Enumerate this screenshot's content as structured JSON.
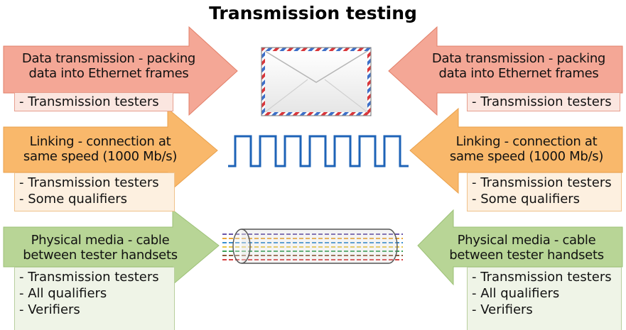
{
  "title": "Transmission testing",
  "rows": {
    "data": {
      "arrow_label": "Data transmission - packing data into Ethernet frames",
      "arrow_lines": [
        "Data transmission - packing",
        "data into Ethernet frames"
      ],
      "testers": [
        "- Transmission testers"
      ],
      "color": "#f4a796",
      "box_color": "#fbe6e0",
      "icon": "envelope-icon"
    },
    "link": {
      "arrow_label": "Linking - connection at same speed (1000 Mb/s)",
      "arrow_lines": [
        "Linking - connection at",
        "same speed (1000 Mb/s)"
      ],
      "testers": [
        "- Transmission testers",
        "- Some qualifiers"
      ],
      "color": "#f9b86b",
      "box_color": "#fdf0e0",
      "icon": "square-wave-icon"
    },
    "physical": {
      "arrow_label": "Physical media - cable between tester handsets",
      "arrow_lines": [
        "Physical media - cable",
        "between tester handsets"
      ],
      "testers": [
        "- Transmission testers",
        "- All qualifiers",
        "- Verifiers"
      ],
      "color": "#b8d596",
      "box_color": "#eff4e7",
      "icon": "cable-icon"
    }
  }
}
